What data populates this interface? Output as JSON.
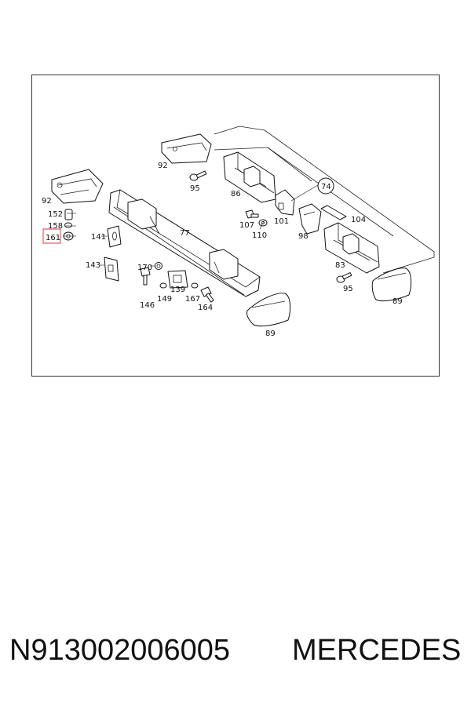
{
  "diagram": {
    "callouts": [
      "92",
      "95",
      "86",
      "74",
      "152",
      "158",
      "161",
      "141",
      "77",
      "107",
      "110",
      "101",
      "98",
      "104",
      "83",
      "143",
      "170",
      "139",
      "146",
      "149",
      "167",
      "164",
      "92",
      "95",
      "89",
      "89"
    ],
    "highlighted_callout": "161",
    "highlight_color": "#e05a5a"
  },
  "caption": {
    "part_number": "N913002006005",
    "brand": "MERCEDES"
  }
}
